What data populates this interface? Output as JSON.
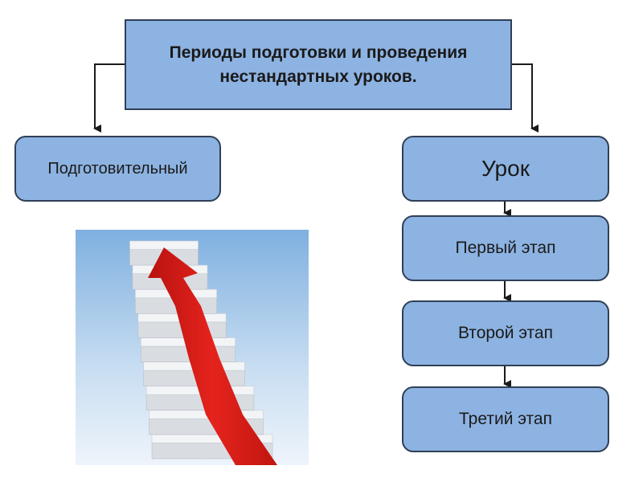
{
  "diagram": {
    "title": "Периоды подготовки и проведения нестандартных уроков.",
    "left_branch": {
      "label": "Подготовительный"
    },
    "right_branch": {
      "label": "Урок",
      "stages": [
        "Первый этап",
        "Второй этап",
        "Третий этап"
      ]
    }
  },
  "illustration": {
    "name": "staircase-with-red-carpet-arrow",
    "colors": {
      "carpet": "#e0201b",
      "steps": "#f2f4f6",
      "sky": "#bcd6f0"
    }
  },
  "colors": {
    "box_fill": "#8db3e2",
    "box_border": "#2f3f56",
    "connector": "#1a1a1a"
  }
}
